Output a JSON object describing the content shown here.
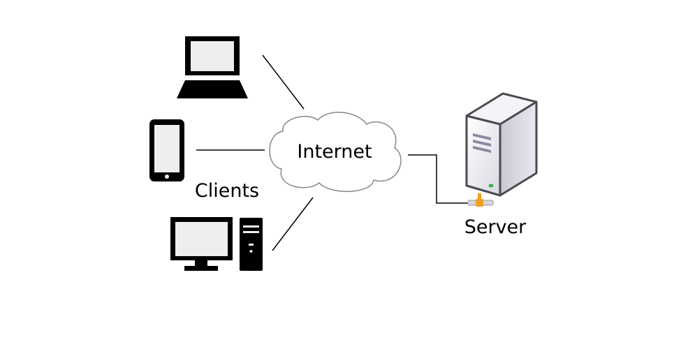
{
  "labels": {
    "internet": "Internet",
    "clients": "Clients",
    "server": "Server"
  },
  "icons": {
    "laptop": "laptop-icon",
    "phone": "smartphone-icon",
    "desktop": "desktop-computer-icon",
    "cloud": "cloud-icon",
    "server": "server-tower-icon"
  },
  "colors": {
    "line": "#000000",
    "cloud_stroke": "#888888",
    "icon_fill": "#000000",
    "screen_fill": "#eeeeee",
    "server_body": "#e6e6ec",
    "server_dark": "#4a4a52",
    "connector": "#f0a020",
    "status_led": "#3cb043"
  }
}
